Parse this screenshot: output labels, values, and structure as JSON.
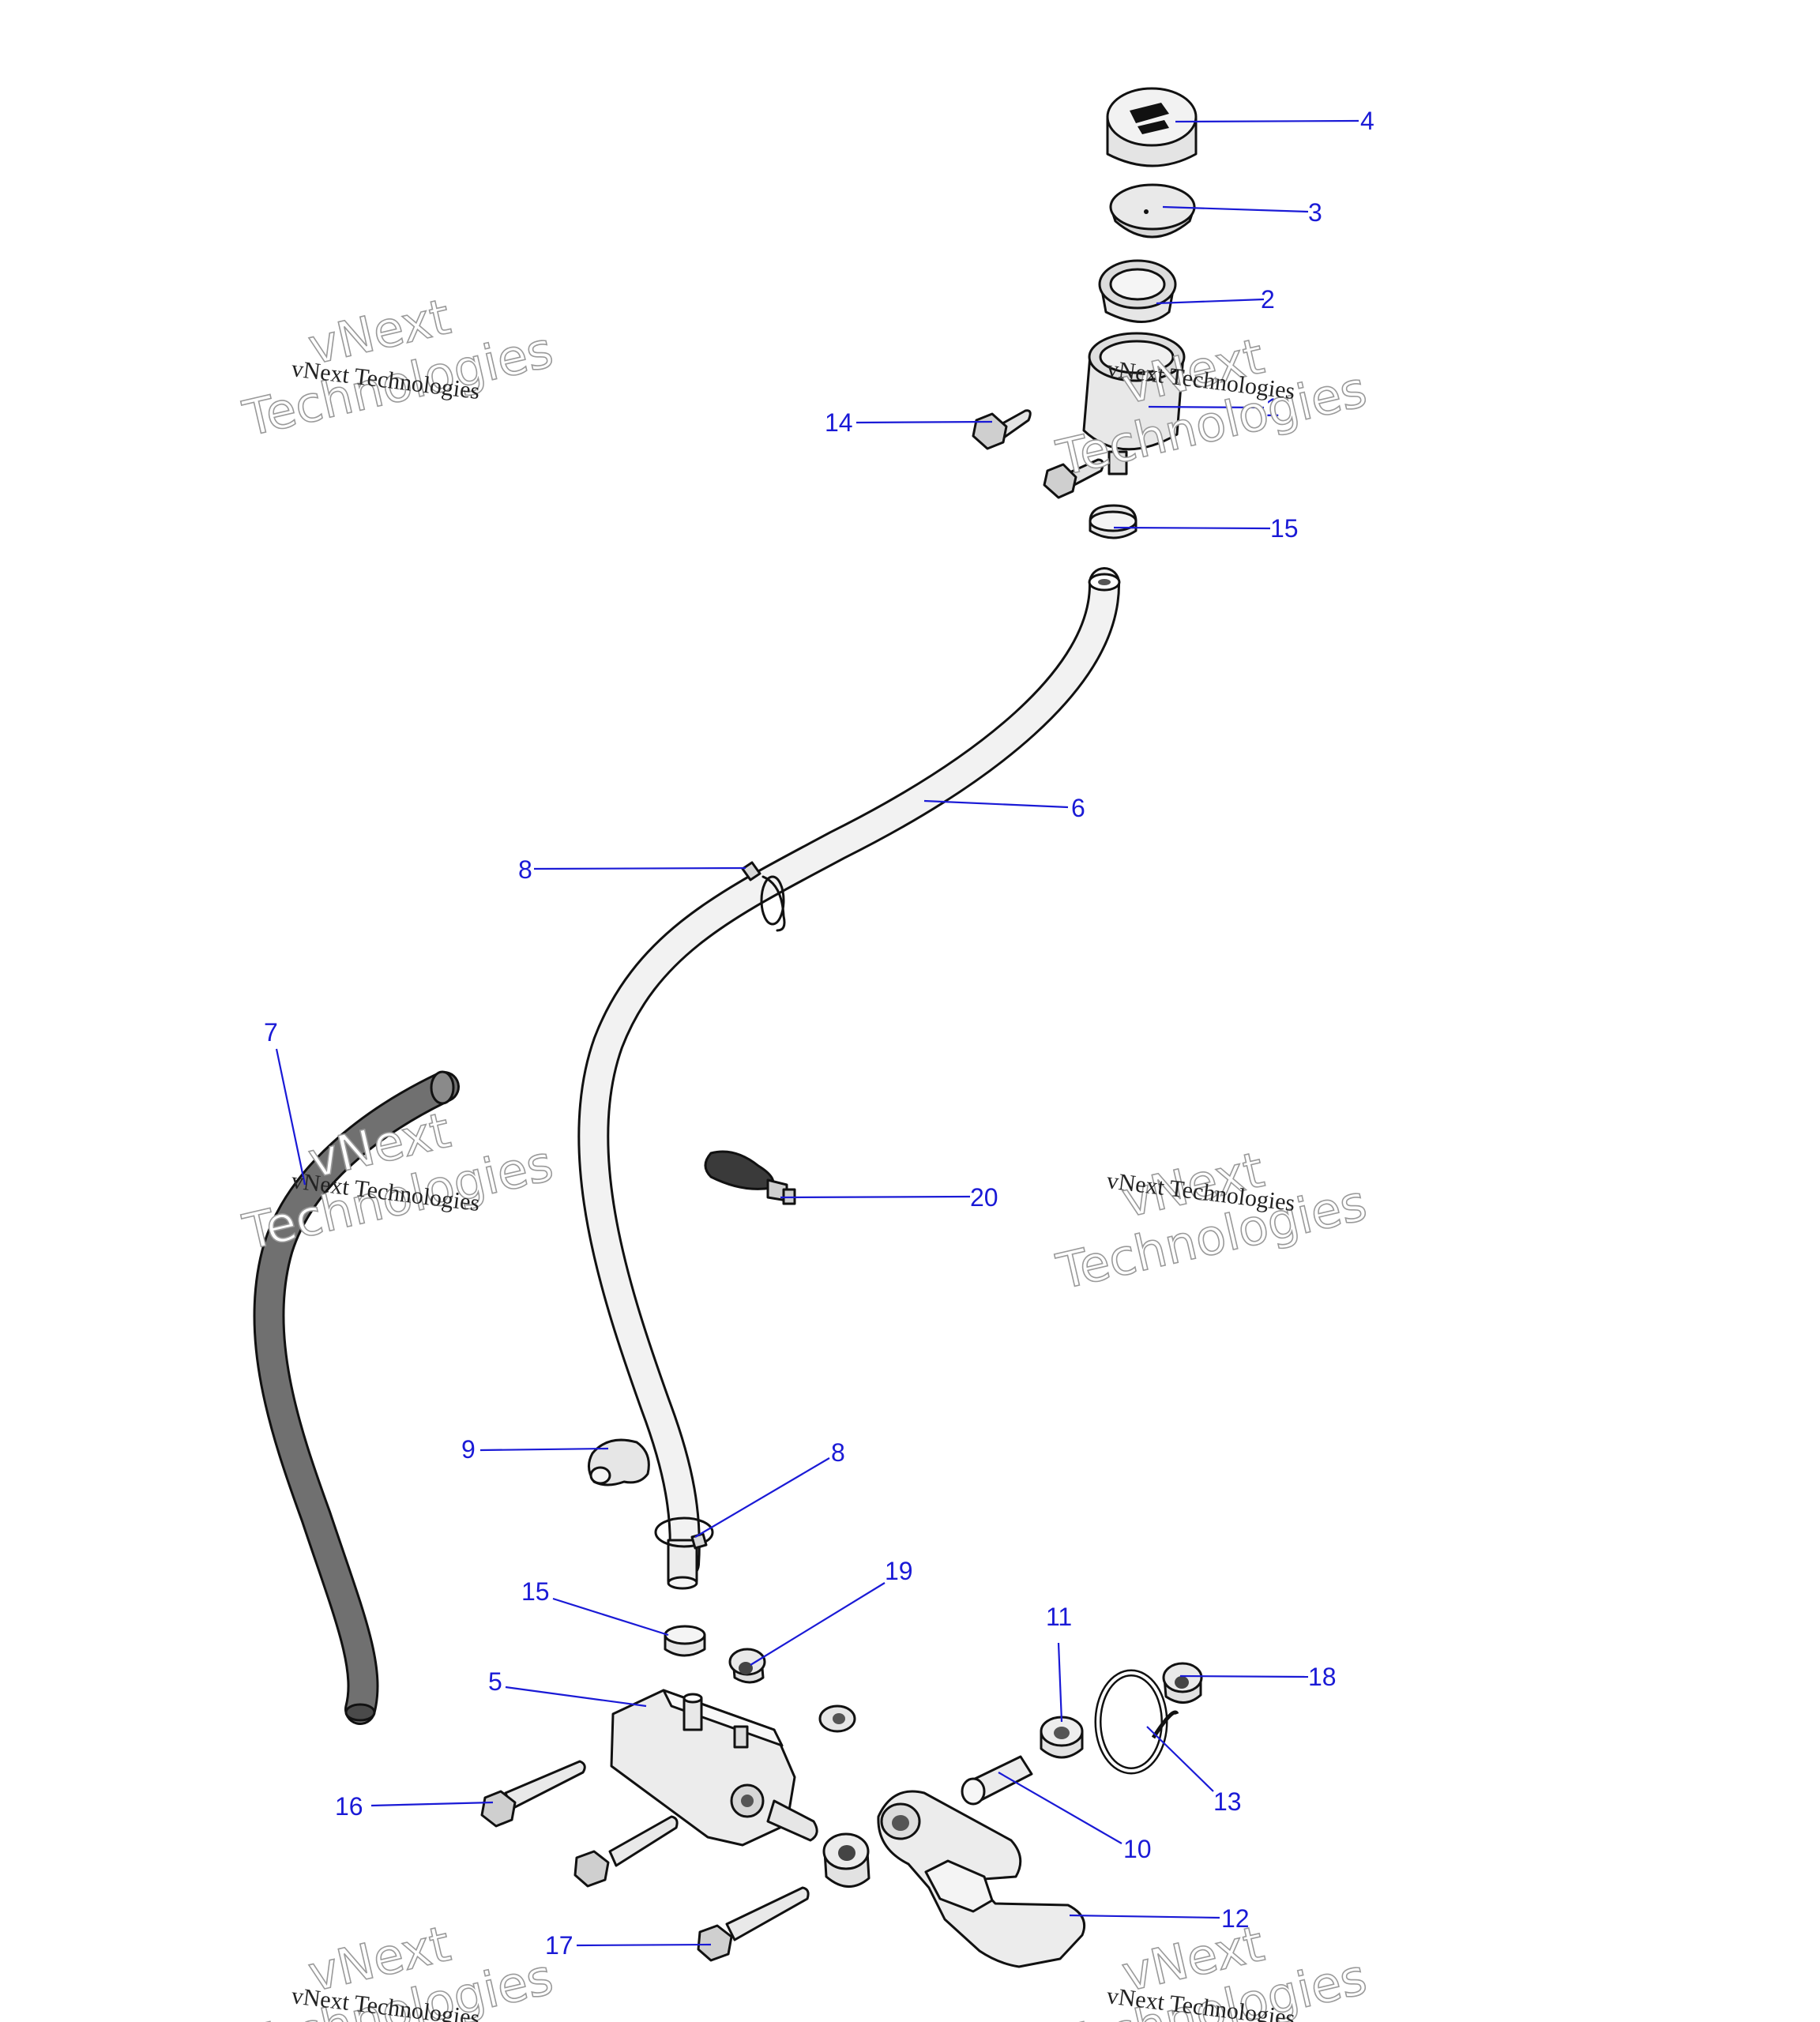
{
  "diagram": {
    "watermark_text": "vNext Technologies",
    "watermark_big_1": "vNext",
    "watermark_big_2": "Technologies",
    "callouts": {
      "c4": "4",
      "c3": "3",
      "c2": "2",
      "c1": "1",
      "c14": "14",
      "c15a": "15",
      "c6": "6",
      "c8a": "8",
      "c7": "7",
      "c20": "20",
      "c9": "9",
      "c8b": "8",
      "c15b": "15",
      "c19": "19",
      "c11": "11",
      "c18": "18",
      "c5": "5",
      "c13": "13",
      "c16": "16",
      "c10": "10",
      "c12": "12",
      "c17": "17"
    },
    "colors": {
      "callout": "#1a1ad6",
      "part_fill": "#ececec",
      "hose_dark": "#6e6e6e"
    }
  }
}
